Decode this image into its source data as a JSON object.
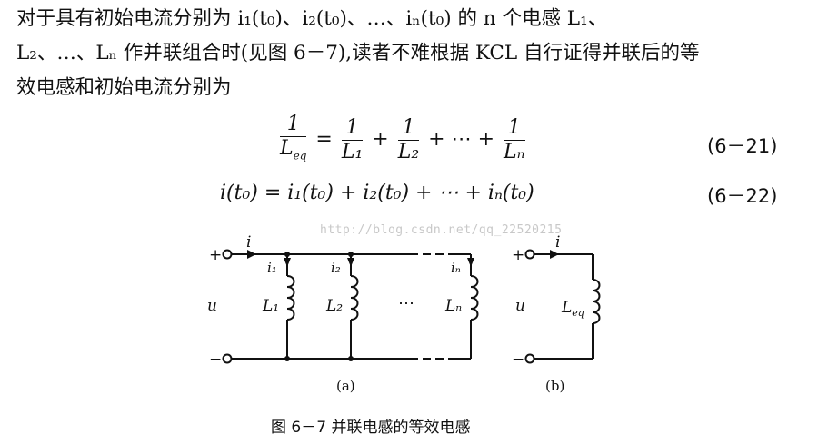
{
  "paragraph": {
    "line1": "对于具有初始电流分别为 i₁(t₀)、i₂(t₀)、…、iₙ(t₀) 的 n 个电感 L₁、",
    "line2": "L₂、…、Lₙ 作并联组合时(见图 6－7),读者不难根据 KCL 自行证得并联后的等",
    "line3": "效电感和初始电流分别为"
  },
  "equations": {
    "eq21": {
      "lhs_num": "1",
      "lhs_den": "L_eq",
      "terms": [
        {
          "num": "1",
          "den": "L₁"
        },
        {
          "num": "1",
          "den": "L₂"
        },
        {
          "num": "1",
          "den": "Lₙ"
        }
      ],
      "equals": "=",
      "plus": "+",
      "ellipsis": "+ ⋯ +",
      "number": "(6－21)"
    },
    "eq22": {
      "text": "i(t₀) = i₁(t₀) + i₂(t₀) + ⋯ + iₙ(t₀)",
      "number": "(6－22)"
    }
  },
  "watermark": "http://blog.csdn.net/qq_22520215",
  "figure": {
    "a": {
      "plus": "+",
      "minus": "−",
      "current": "i",
      "voltage": "u",
      "branches": [
        {
          "current": "i₁",
          "inductor": "L₁"
        },
        {
          "current": "i₂",
          "inductor": "L₂"
        },
        {
          "current": "iₙ",
          "inductor": "Lₙ"
        }
      ],
      "dots": "⋯",
      "label": "(a)"
    },
    "b": {
      "plus": "+",
      "minus": "−",
      "current": "i",
      "voltage": "u",
      "inductor": "L_eq",
      "label": "(b)"
    },
    "caption": "图 6－7   并联电感的等效电感"
  }
}
